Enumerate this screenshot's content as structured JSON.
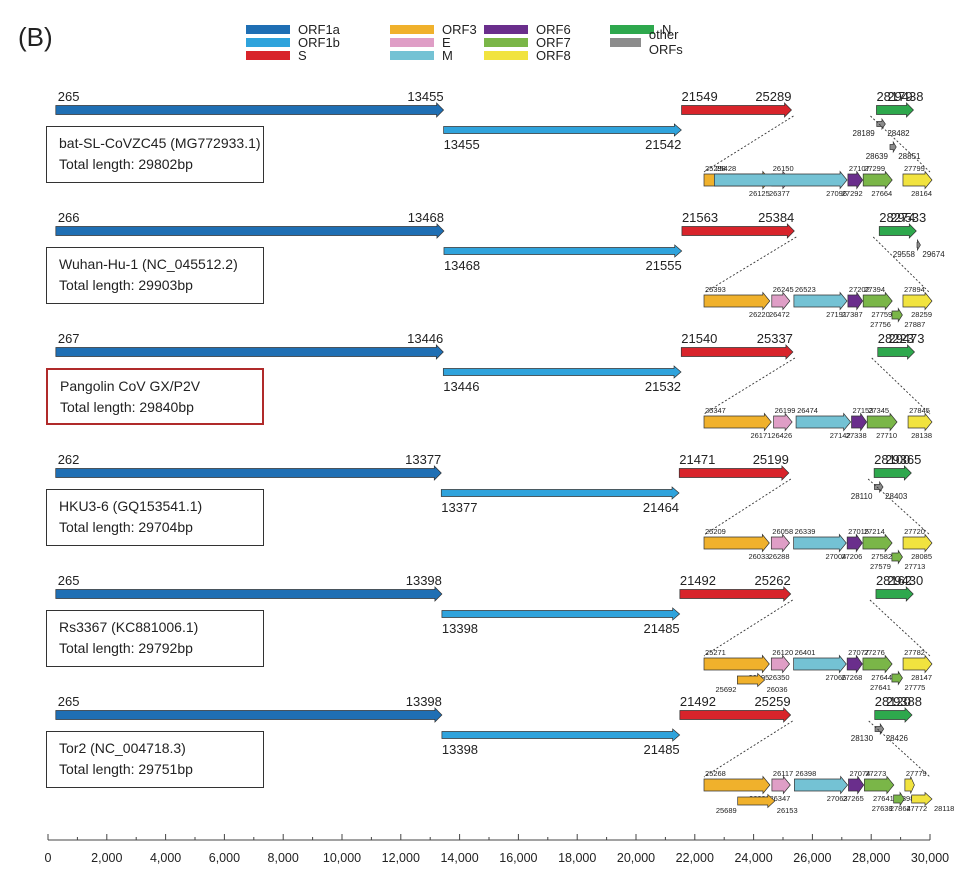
{
  "panel_label": "(B)",
  "legend": [
    {
      "label": "ORF1a",
      "color": "#1f6fb4",
      "col": 0,
      "row": 0
    },
    {
      "label": "ORF1b",
      "color": "#2fa3dc",
      "col": 0,
      "row": 1
    },
    {
      "label": "S",
      "color": "#d8242b",
      "col": 0,
      "row": 2
    },
    {
      "label": "ORF3",
      "color": "#f0b12c",
      "col": 1,
      "row": 0
    },
    {
      "label": "E",
      "color": "#df9ec6",
      "col": 1,
      "row": 1
    },
    {
      "label": "M",
      "color": "#74c2d4",
      "col": 1,
      "row": 2
    },
    {
      "label": "ORF6",
      "color": "#6a2e8c",
      "col": 2,
      "row": 0
    },
    {
      "label": "ORF7",
      "color": "#7ab648",
      "col": 2,
      "row": 1
    },
    {
      "label": "ORF8",
      "color": "#f1e33f",
      "col": 2,
      "row": 2
    },
    {
      "label": "N",
      "color": "#2ea84d",
      "col": 3,
      "row": 0
    },
    {
      "label": "other ORFs",
      "color": "#8c8c8c",
      "col": 3,
      "row": 1
    }
  ],
  "axis": {
    "min": 0,
    "max": 30000,
    "ticks": [
      0,
      2000,
      4000,
      6000,
      8000,
      10000,
      12000,
      14000,
      16000,
      18000,
      20000,
      22000,
      24000,
      26000,
      28000,
      30000
    ],
    "tick_labels": [
      "0",
      "2,000",
      "4,000",
      "6,000",
      "8,000",
      "10,000",
      "12,000",
      "14,000",
      "16,000",
      "18,000",
      "20,000",
      "22,000",
      "24,000",
      "26,000",
      "28,000",
      "30,000"
    ]
  },
  "genomes": [
    {
      "name": "bat-SL-CoVZC45 (MG772933.1)",
      "length_label": "Total length: 29802bp",
      "highlight": false,
      "main": [
        {
          "gene": "ORF1a",
          "start": 265,
          "end": 13455,
          "start_label": "265",
          "end_label": "13455"
        },
        {
          "gene": "ORF1b",
          "start": 13455,
          "end": 21542,
          "start_label": "13455",
          "end_label": "21542"
        },
        {
          "gene": "S",
          "start": 21549,
          "end": 25289,
          "start_label": "21549",
          "end_label": "25289"
        },
        {
          "gene": "N",
          "start": 28179,
          "end": 29438,
          "start_label": "28179",
          "end_label": "29438"
        }
      ],
      "small": [
        {
          "gene": "other ORFs",
          "start": 28189,
          "end": 28482,
          "start_label": "28189",
          "end_label": "28482",
          "row": 1
        },
        {
          "gene": "other ORFs",
          "start": 28639,
          "end": 28851,
          "start_label": "28639",
          "end_label": "28851",
          "row": 2
        }
      ],
      "zoom": [
        {
          "gene": "ORF3",
          "start": 25298,
          "end": 26125,
          "start_label": "25298",
          "end_label": "26125",
          "row": 0
        },
        {
          "gene": "E",
          "start": 26150,
          "end": 26377,
          "start_label": "26150",
          "end_label": "26377",
          "row": 0
        },
        {
          "gene": "M",
          "start": 25428,
          "end": 27096,
          "start_label": "25428",
          "end_label": "27096",
          "row": 0
        },
        {
          "gene": "ORF6",
          "start": 27107,
          "end": 27292,
          "start_label": "27107",
          "end_label": "27292",
          "row": 0
        },
        {
          "gene": "ORF7",
          "start": 27299,
          "end": 27664,
          "start_label": "27299",
          "end_label": "27664",
          "row": 0
        },
        {
          "gene": "ORF8",
          "start": 27799,
          "end": 28164,
          "start_label": "27799",
          "end_label": "28164",
          "row": 0
        }
      ]
    },
    {
      "name": "Wuhan-Hu-1 (NC_045512.2)",
      "length_label": "Total length: 29903bp",
      "highlight": false,
      "main": [
        {
          "gene": "ORF1a",
          "start": 266,
          "end": 13468,
          "start_label": "266",
          "end_label": "13468"
        },
        {
          "gene": "ORF1b",
          "start": 13468,
          "end": 21555,
          "start_label": "13468",
          "end_label": "21555"
        },
        {
          "gene": "S",
          "start": 21563,
          "end": 25384,
          "start_label": "21563",
          "end_label": "25384"
        },
        {
          "gene": "N",
          "start": 28274,
          "end": 29533,
          "start_label": "28274",
          "end_label": "29533"
        }
      ],
      "small": [
        {
          "gene": "other ORFs",
          "start": 29558,
          "end": 29674,
          "start_label": "29558",
          "end_label": "29674",
          "row": 1
        }
      ],
      "zoom": [
        {
          "gene": "ORF3",
          "start": 25393,
          "end": 26220,
          "start_label": "25393",
          "end_label": "26220",
          "row": 0
        },
        {
          "gene": "E",
          "start": 26245,
          "end": 26472,
          "start_label": "26245",
          "end_label": "26472",
          "row": 0
        },
        {
          "gene": "M",
          "start": 26523,
          "end": 27191,
          "start_label": "26523",
          "end_label": "27191",
          "row": 0
        },
        {
          "gene": "ORF6",
          "start": 27202,
          "end": 27387,
          "start_label": "27202",
          "end_label": "27387",
          "row": 0
        },
        {
          "gene": "ORF7",
          "start": 27394,
          "end": 27759,
          "start_label": "27394",
          "end_label": "27759",
          "row": 0
        },
        {
          "gene": "ORF8",
          "start": 27894,
          "end": 28259,
          "start_label": "27894",
          "end_label": "28259",
          "row": 0
        },
        {
          "gene": "ORF7",
          "start": 27756,
          "end": 27887,
          "start_label": "27756",
          "end_label": "27887",
          "row": 1
        }
      ]
    },
    {
      "name": "Pangolin CoV GX/P2V",
      "length_label": "Total length: 29840bp",
      "highlight": true,
      "main": [
        {
          "gene": "ORF1a",
          "start": 267,
          "end": 13446,
          "start_label": "267",
          "end_label": "13446"
        },
        {
          "gene": "ORF1b",
          "start": 13446,
          "end": 21532,
          "start_label": "13446",
          "end_label": "21532"
        },
        {
          "gene": "S",
          "start": 21540,
          "end": 25337,
          "start_label": "21540",
          "end_label": "25337"
        },
        {
          "gene": "N",
          "start": 28223,
          "end": 29473,
          "start_label": "28223",
          "end_label": "29473"
        }
      ],
      "small": [],
      "zoom": [
        {
          "gene": "ORF3",
          "start": 25347,
          "end": 26171,
          "start_label": "25347",
          "end_label": "26171",
          "row": 0
        },
        {
          "gene": "E",
          "start": 26199,
          "end": 26426,
          "start_label": "26199",
          "end_label": "26426",
          "row": 0
        },
        {
          "gene": "M",
          "start": 26474,
          "end": 27142,
          "start_label": "26474",
          "end_label": "27142",
          "row": 0
        },
        {
          "gene": "ORF6",
          "start": 27153,
          "end": 27338,
          "start_label": "27153",
          "end_label": "27338",
          "row": 0
        },
        {
          "gene": "ORF7",
          "start": 27345,
          "end": 27710,
          "start_label": "27345",
          "end_label": "27710",
          "row": 0
        },
        {
          "gene": "ORF8",
          "start": 27845,
          "end": 28138,
          "start_label": "27845",
          "end_label": "28138",
          "row": 0
        }
      ]
    },
    {
      "name": "HKU3-6 (GQ153541.1)",
      "length_label": "Total length: 29704bp",
      "highlight": false,
      "main": [
        {
          "gene": "ORF1a",
          "start": 262,
          "end": 13377,
          "start_label": "262",
          "end_label": "13377"
        },
        {
          "gene": "ORF1b",
          "start": 13377,
          "end": 21464,
          "start_label": "13377",
          "end_label": "21464"
        },
        {
          "gene": "S",
          "start": 21471,
          "end": 25199,
          "start_label": "21471",
          "end_label": "25199"
        },
        {
          "gene": "N",
          "start": 28100,
          "end": 29365,
          "start_label": "28100",
          "end_label": "29365"
        }
      ],
      "small": [
        {
          "gene": "other ORFs",
          "start": 28110,
          "end": 28403,
          "start_label": "28110",
          "end_label": "28403",
          "row": 1
        }
      ],
      "zoom": [
        {
          "gene": "ORF3",
          "start": 25209,
          "end": 26033,
          "start_label": "25209",
          "end_label": "26033",
          "row": 0
        },
        {
          "gene": "E",
          "start": 26058,
          "end": 26288,
          "start_label": "26058",
          "end_label": "26288",
          "row": 0
        },
        {
          "gene": "M",
          "start": 26339,
          "end": 27004,
          "start_label": "26339",
          "end_label": "27004",
          "row": 0
        },
        {
          "gene": "ORF6",
          "start": 27015,
          "end": 27206,
          "start_label": "27015",
          "end_label": "27206",
          "row": 0
        },
        {
          "gene": "ORF7",
          "start": 27214,
          "end": 27582,
          "start_label": "27214",
          "end_label": "27582",
          "row": 0
        },
        {
          "gene": "ORF8",
          "start": 27720,
          "end": 28085,
          "start_label": "27720",
          "end_label": "28085",
          "row": 0
        },
        {
          "gene": "ORF7",
          "start": 27579,
          "end": 27713,
          "start_label": "27579",
          "end_label": "27713",
          "row": 1
        }
      ]
    },
    {
      "name": "Rs3367 (KC881006.1)",
      "length_label": "Total length: 29792bp",
      "highlight": false,
      "main": [
        {
          "gene": "ORF1a",
          "start": 265,
          "end": 13398,
          "start_label": "265",
          "end_label": "13398"
        },
        {
          "gene": "ORF1b",
          "start": 13398,
          "end": 21485,
          "start_label": "13398",
          "end_label": "21485"
        },
        {
          "gene": "S",
          "start": 21492,
          "end": 25262,
          "start_label": "21492",
          "end_label": "25262"
        },
        {
          "gene": "N",
          "start": 28162,
          "end": 29430,
          "start_label": "28162",
          "end_label": "29430"
        }
      ],
      "small": [],
      "zoom": [
        {
          "gene": "ORF3",
          "start": 25271,
          "end": 26095,
          "start_label": "25271",
          "end_label": "26095",
          "row": 0
        },
        {
          "gene": "E",
          "start": 26120,
          "end": 26350,
          "start_label": "26120",
          "end_label": "26350",
          "row": 0
        },
        {
          "gene": "M",
          "start": 26401,
          "end": 27066,
          "start_label": "26401",
          "end_label": "27066",
          "row": 0
        },
        {
          "gene": "ORF6",
          "start": 27077,
          "end": 27268,
          "start_label": "27077",
          "end_label": "27268",
          "row": 0
        },
        {
          "gene": "ORF7",
          "start": 27276,
          "end": 27644,
          "start_label": "27276",
          "end_label": "27644",
          "row": 0
        },
        {
          "gene": "ORF8",
          "start": 27782,
          "end": 28147,
          "start_label": "27782",
          "end_label": "28147",
          "row": 0
        },
        {
          "gene": "ORF3",
          "start": 25692,
          "end": 26036,
          "start_label": "25692",
          "end_label": "26036",
          "row": 1
        },
        {
          "gene": "ORF7",
          "start": 27641,
          "end": 27775,
          "start_label": "27641",
          "end_label": "27775",
          "row": 1
        }
      ]
    },
    {
      "name": "Tor2 (NC_004718.3)",
      "length_label": "Total length: 29751bp",
      "highlight": false,
      "main": [
        {
          "gene": "ORF1a",
          "start": 265,
          "end": 13398,
          "start_label": "265",
          "end_label": "13398"
        },
        {
          "gene": "ORF1b",
          "start": 13398,
          "end": 21485,
          "start_label": "13398",
          "end_label": "21485"
        },
        {
          "gene": "S",
          "start": 21492,
          "end": 25259,
          "start_label": "21492",
          "end_label": "25259"
        },
        {
          "gene": "N",
          "start": 28120,
          "end": 29388,
          "start_label": "28120",
          "end_label": "29388"
        }
      ],
      "small": [
        {
          "gene": "other ORFs",
          "start": 28130,
          "end": 28426,
          "start_label": "28130",
          "end_label": "28426",
          "row": 1
        }
      ],
      "zoom": [
        {
          "gene": "ORF3",
          "start": 25268,
          "end": 26092,
          "start_label": "25268",
          "end_label": "26092",
          "row": 0
        },
        {
          "gene": "E",
          "start": 26117,
          "end": 26347,
          "start_label": "26117",
          "end_label": "26347",
          "row": 0
        },
        {
          "gene": "M",
          "start": 26398,
          "end": 27063,
          "start_label": "26398",
          "end_label": "27063",
          "row": 0
        },
        {
          "gene": "ORF6",
          "start": 27074,
          "end": 27265,
          "start_label": "27074",
          "end_label": "27265",
          "row": 0
        },
        {
          "gene": "ORF7",
          "start": 27273,
          "end": 27641,
          "start_label": "27273",
          "end_label": "27641",
          "row": 0
        },
        {
          "gene": "ORF8",
          "start": 27779,
          "end": 27898,
          "start_label": "27779",
          "end_label": "27898",
          "row": 0
        },
        {
          "gene": "ORF3",
          "start": 25689,
          "end": 26153,
          "start_label": "25689",
          "end_label": "26153",
          "row": 1
        },
        {
          "gene": "ORF7",
          "start": 27638,
          "end": 27772,
          "start_label": "27638",
          "end_label": "27772",
          "row": 1
        },
        {
          "gene": "ORF8",
          "start": 27864,
          "end": 28118,
          "start_label": "27864",
          "end_label": "28118",
          "row": 1
        }
      ]
    }
  ]
}
